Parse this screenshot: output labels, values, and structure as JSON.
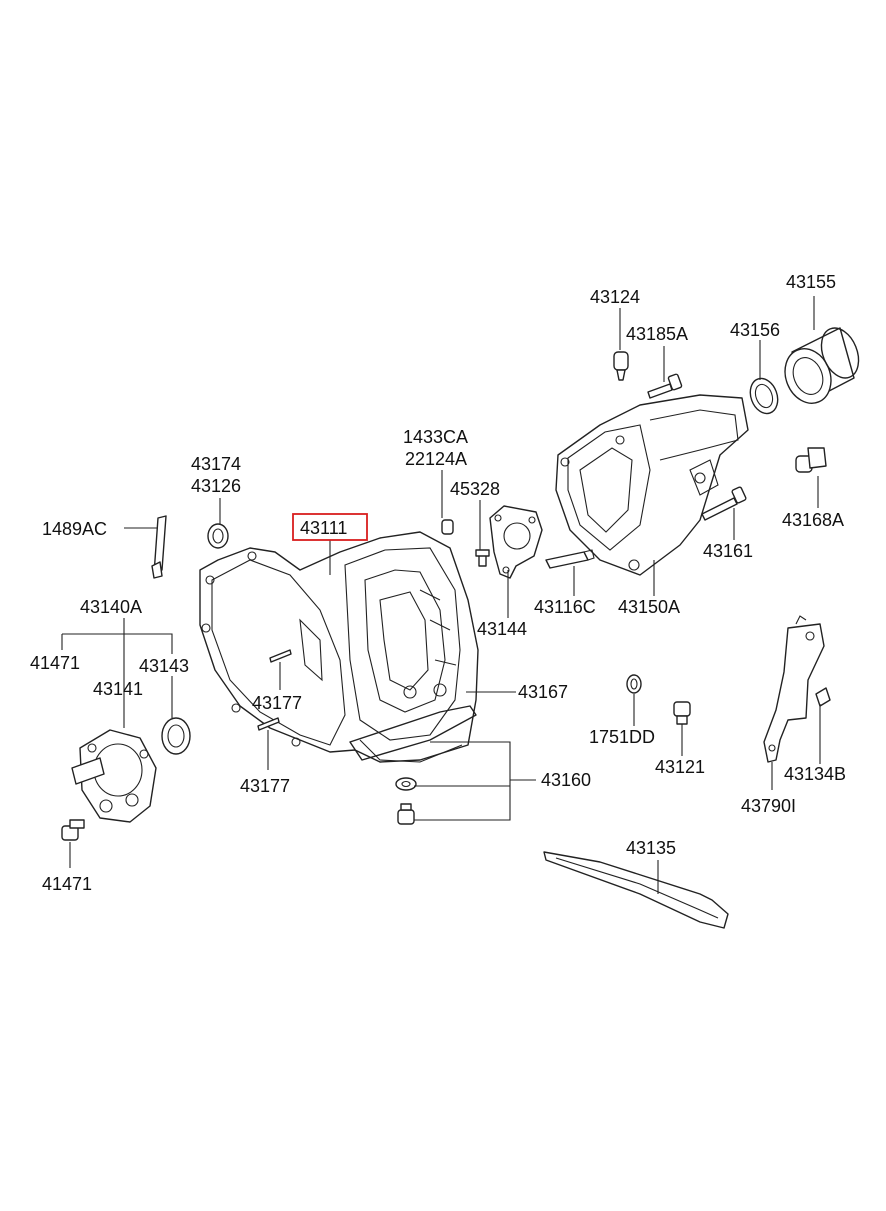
{
  "highlight": {
    "color": "#d81e1e"
  },
  "labels": {
    "p43124": "43124",
    "p43155": "43155",
    "p43185A": "43185A",
    "p43156": "43156",
    "p1433CA": "1433CA",
    "p22124A": "22124A",
    "p43174": "43174",
    "p43126": "43126",
    "p45328": "45328",
    "p43168A": "43168A",
    "p1489AC": "1489AC",
    "p43111": "43111",
    "p43161": "43161",
    "p43140A": "43140A",
    "p43116C": "43116C",
    "p43150A": "43150A",
    "p43144": "43144",
    "p41471_top": "41471",
    "p43143": "43143",
    "p43141": "43141",
    "p43177_a": "43177",
    "p43167": "43167",
    "p1751DD": "1751DD",
    "p43121": "43121",
    "p43134B": "43134B",
    "p43160": "43160",
    "p43177_b": "43177",
    "p43790I": "43790I",
    "p41471_bottom": "41471",
    "p43135": "43135"
  }
}
